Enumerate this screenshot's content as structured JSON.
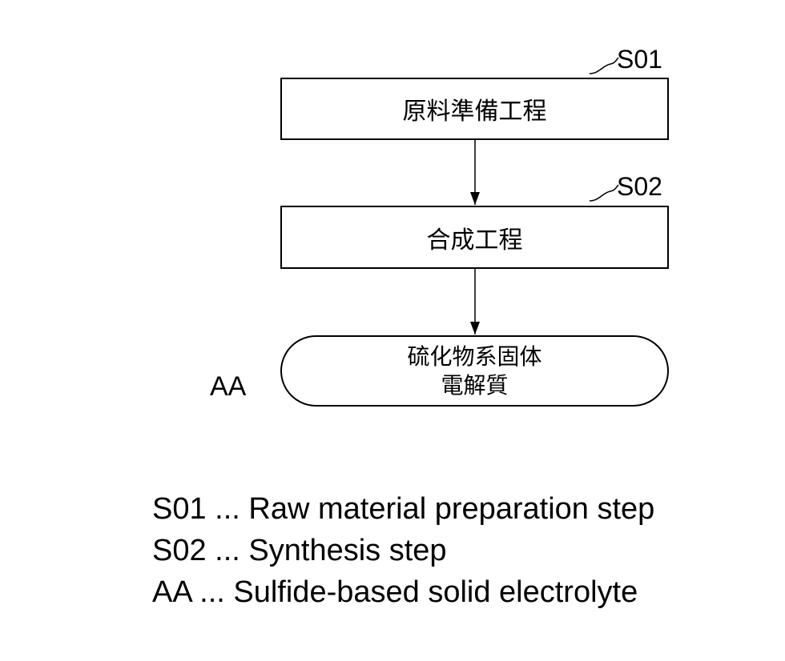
{
  "flowchart": {
    "steps": [
      {
        "id": "S01",
        "label": "S01",
        "text": "原料準備工程"
      },
      {
        "id": "S02",
        "label": "S02",
        "text": "合成工程"
      }
    ],
    "result": {
      "label": "AA",
      "line1": "硫化物系固体",
      "line2": "電解質"
    }
  },
  "legend": [
    "S01 ... Raw material preparation step",
    "S02 ... Synthesis step",
    "AA ... Sulfide-based solid electrolyte"
  ]
}
